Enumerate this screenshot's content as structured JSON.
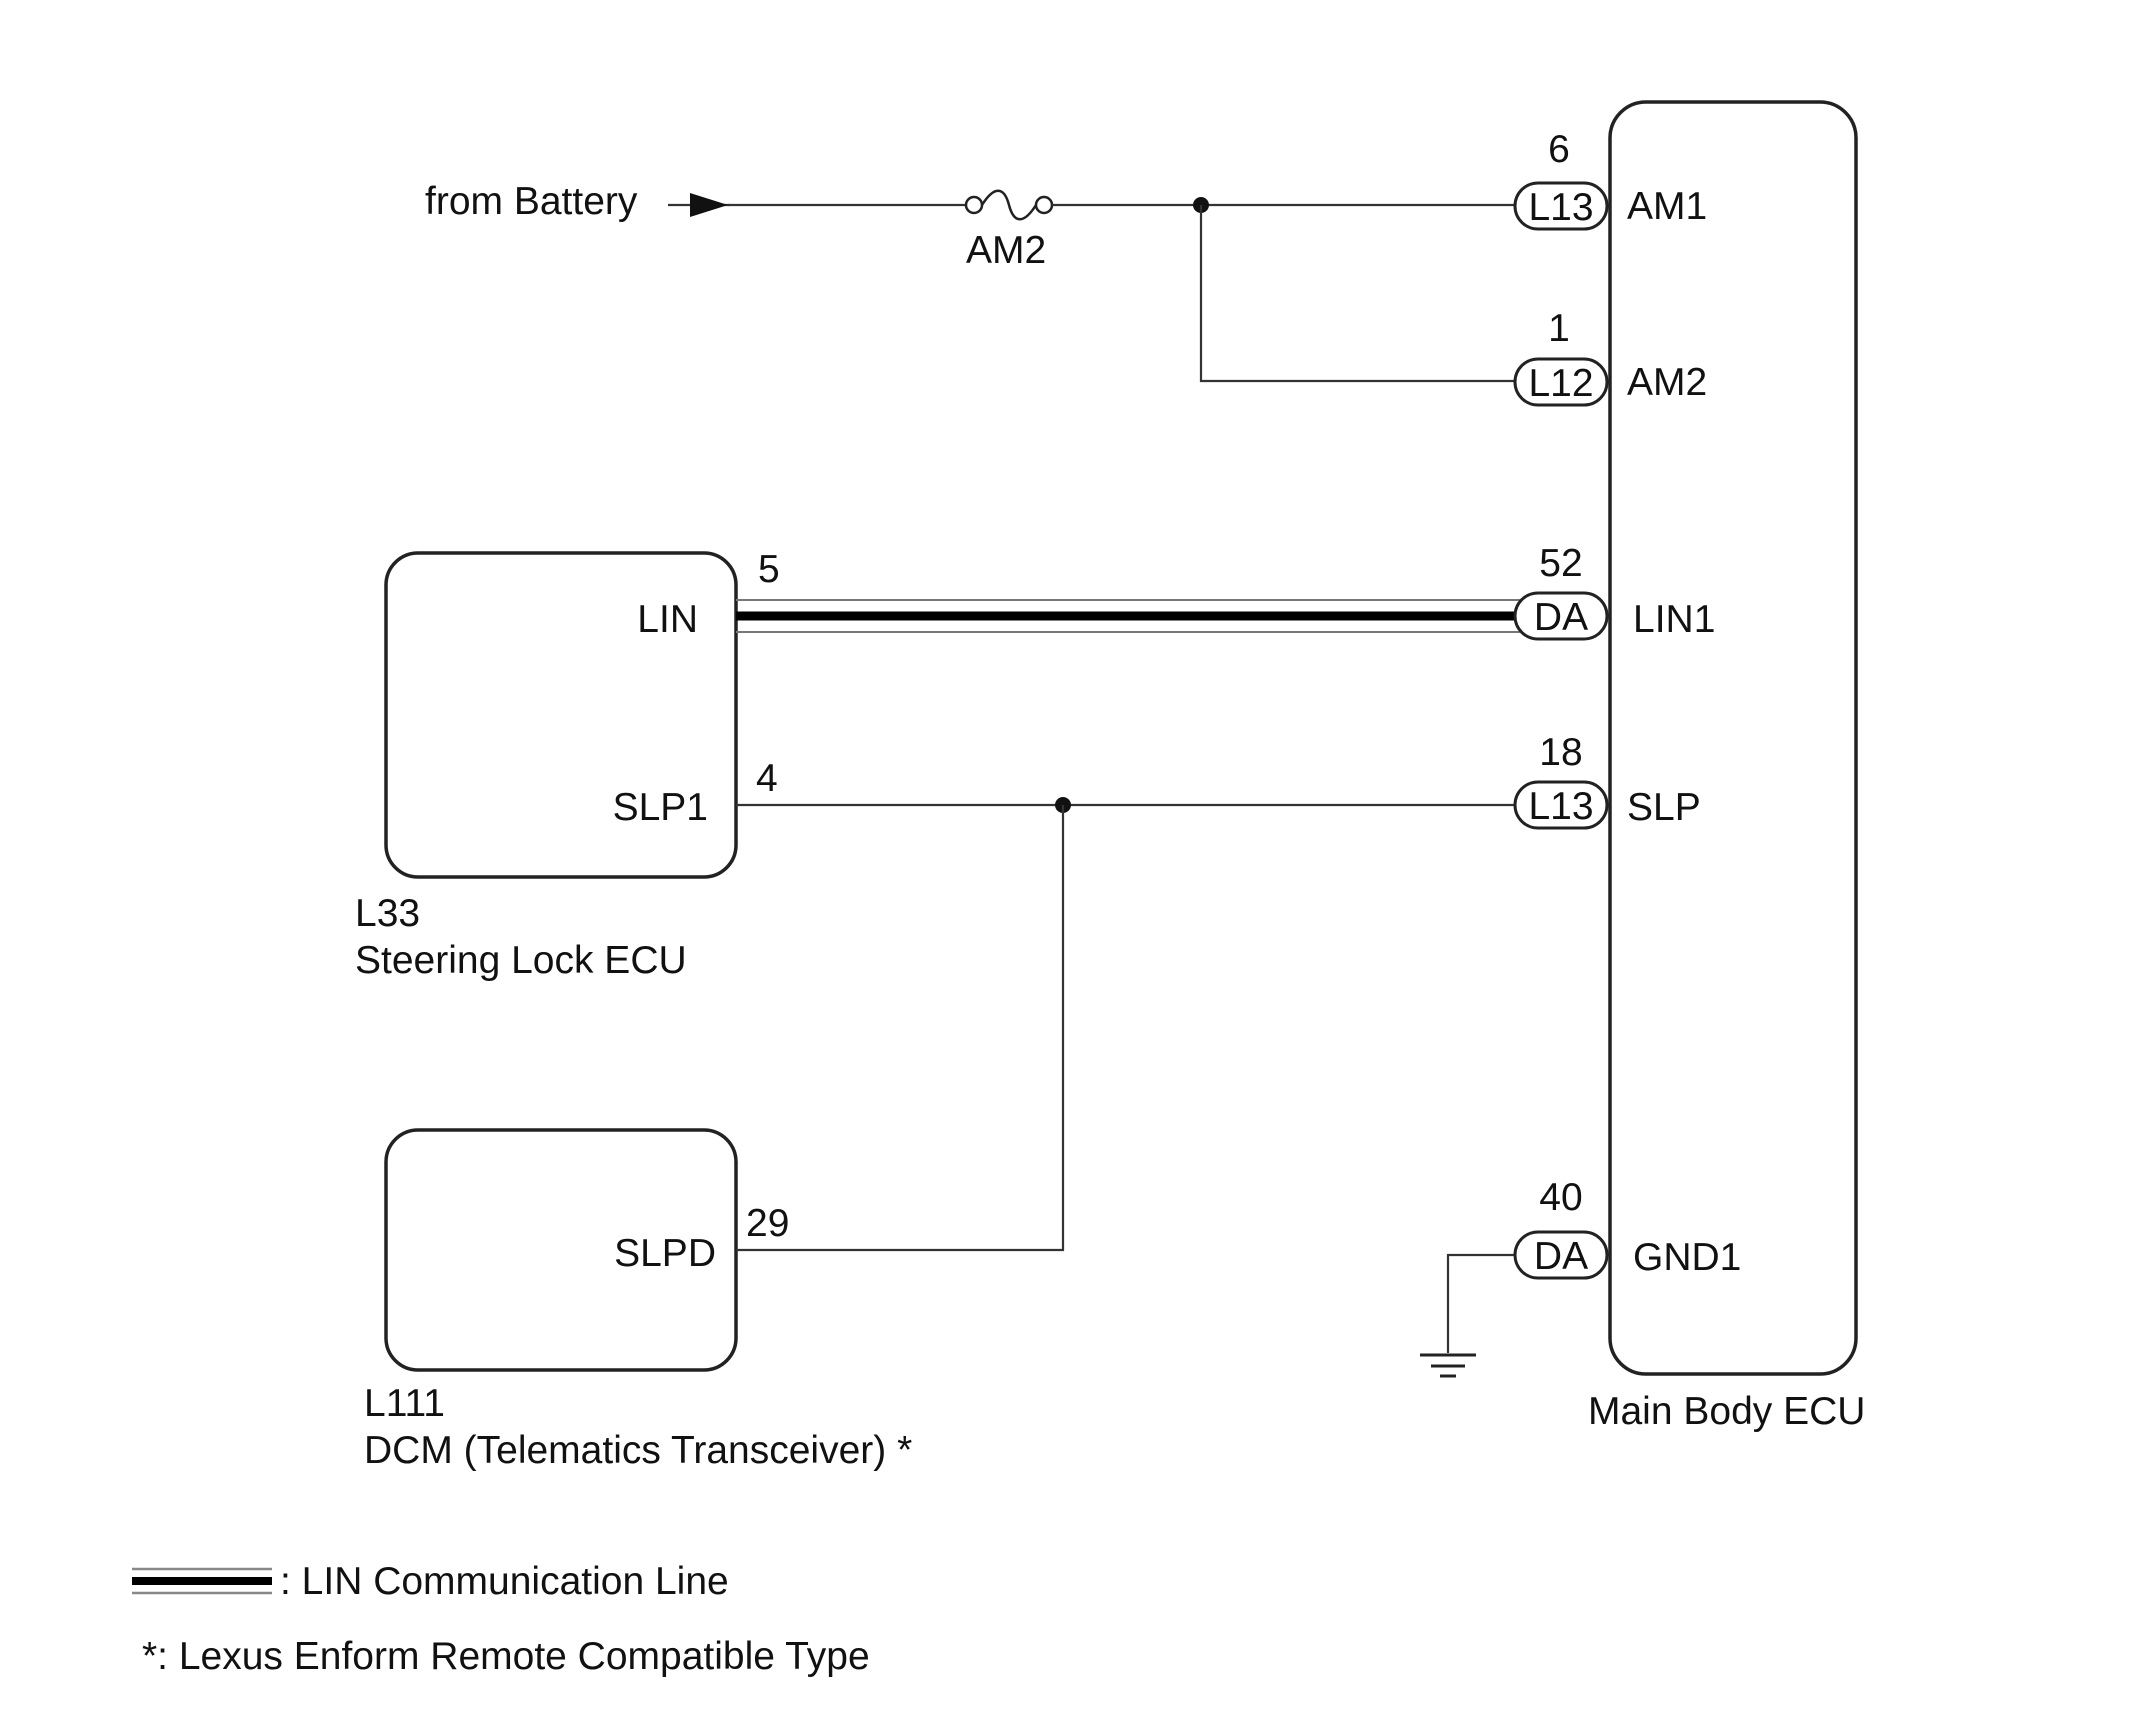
{
  "battery_label": "from Battery",
  "fuse_label": "AM2",
  "ecu_main": {
    "name": "Main Body ECU",
    "pins": [
      {
        "num": "6",
        "conn": "L13",
        "term": "AM1"
      },
      {
        "num": "1",
        "conn": "L12",
        "term": "AM2"
      },
      {
        "num": "52",
        "conn": "DA",
        "term": "LIN1"
      },
      {
        "num": "18",
        "conn": "L13",
        "term": "SLP"
      },
      {
        "num": "40",
        "conn": "DA",
        "term": "GND1"
      }
    ]
  },
  "steering_lock_ecu": {
    "code": "L33",
    "name": "Steering Lock ECU",
    "pins": [
      {
        "term": "LIN",
        "num": "5"
      },
      {
        "term": "SLP1",
        "num": "4"
      }
    ]
  },
  "dcm": {
    "code": "L111",
    "name": "DCM (Telematics Transceiver) *",
    "pins": [
      {
        "term": "SLPD",
        "num": "29"
      }
    ]
  },
  "legend": {
    "lin_line": ": LIN Communication Line",
    "footnote": "*: Lexus Enform Remote Compatible Type"
  }
}
